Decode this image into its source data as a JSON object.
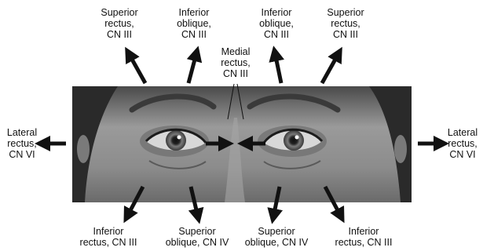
{
  "labels": {
    "superior_rectus_left": [
      "Superior",
      "rectus,",
      "CN III"
    ],
    "inferior_oblique_left": [
      "Inferior",
      "oblique,",
      "CN III"
    ],
    "medial_rectus": [
      "Medial",
      "rectus,",
      "CN III"
    ],
    "inferior_oblique_right": [
      "Inferior",
      "oblique,",
      "CN III"
    ],
    "superior_rectus_right": [
      "Superior",
      "rectus,",
      "CN III"
    ],
    "lateral_rectus_left": [
      "Lateral",
      "rectus,",
      "CN VI"
    ],
    "lateral_rectus_right": [
      "Lateral",
      "rectus,",
      "CN VI"
    ],
    "inferior_rectus_left": [
      "Inferior",
      "rectus, CN III"
    ],
    "superior_oblique_left": [
      "Superior",
      "oblique, CN IV"
    ],
    "superior_oblique_right": [
      "Superior",
      "oblique, CN IV"
    ],
    "inferior_rectus_right": [
      "Inferior",
      "rectus, CN III"
    ]
  },
  "colors": {
    "arrow": "#111111",
    "photo_skin": "#8a8a8a",
    "photo_dark": "#2e2e2e"
  },
  "icons": {
    "photo": "grayscale-eyes-photo",
    "arrow": "direction-arrow-icon"
  }
}
